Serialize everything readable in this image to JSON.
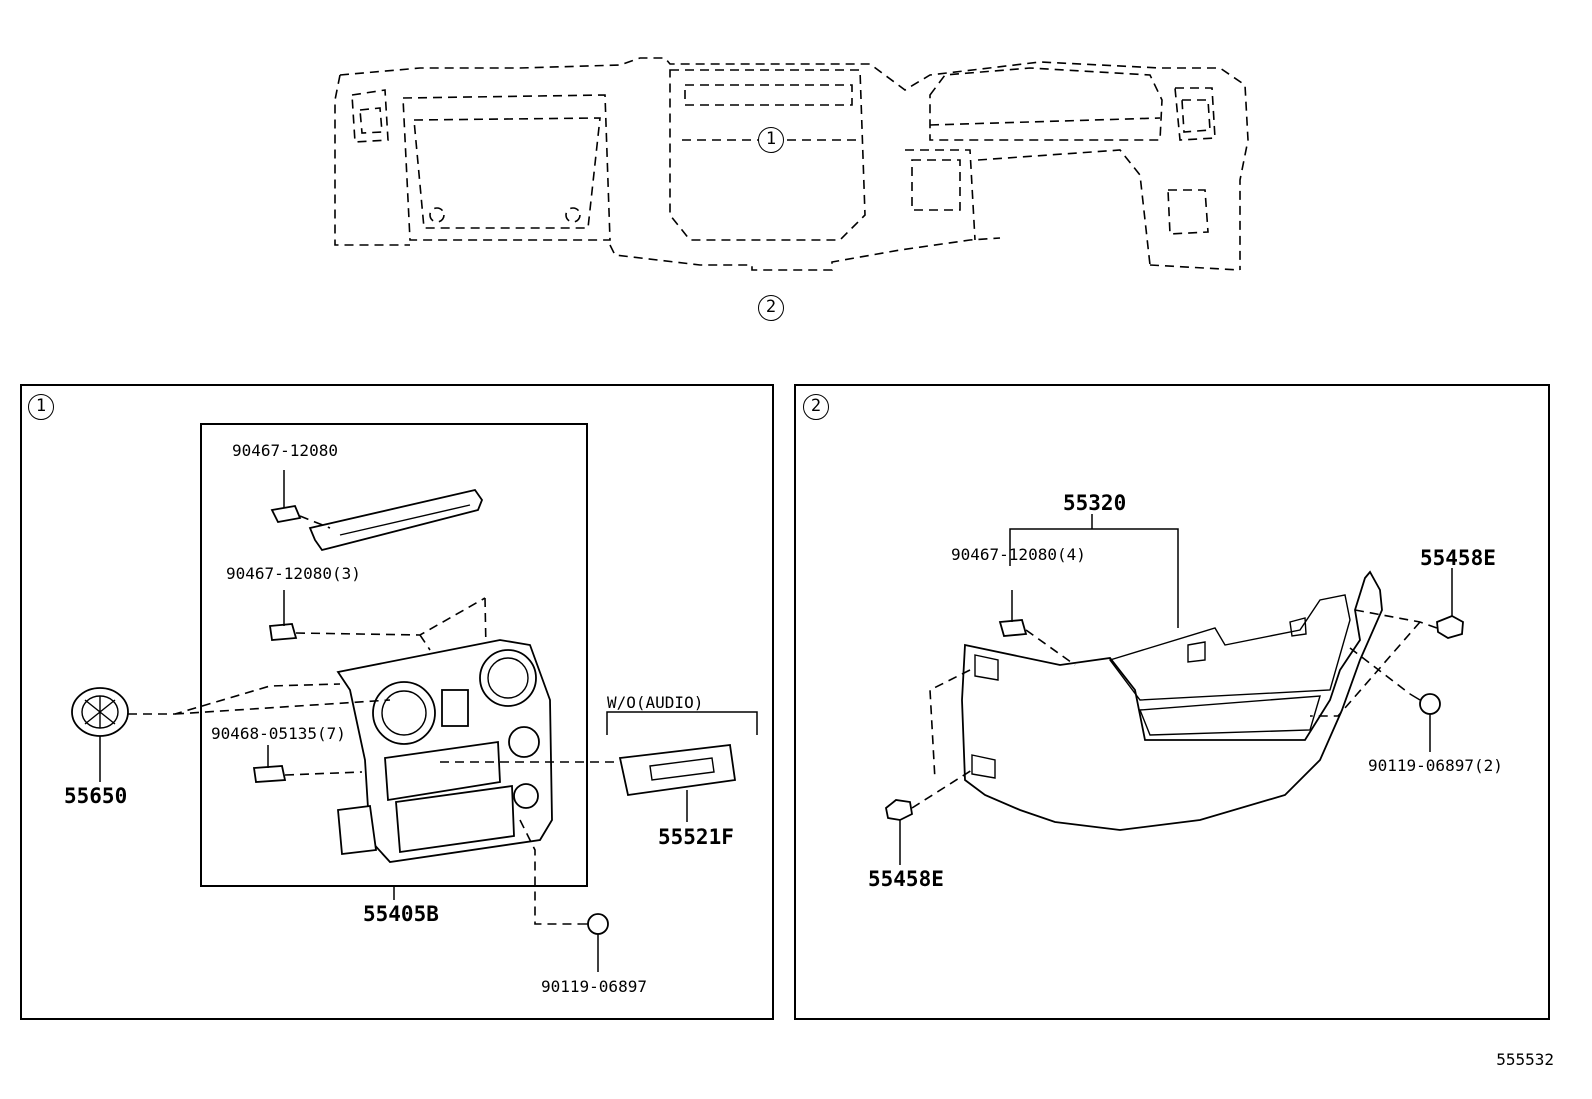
{
  "overview": {
    "ref_upper": "1",
    "ref_lower": "2"
  },
  "panel_1": {
    "ref": "1",
    "labels": {
      "clip_top": "90467-12080",
      "clip_mid": "90467-12080(3)",
      "clip_lower": "90468-05135(7)",
      "vent": "55650",
      "bezel": "55405B",
      "wo_audio": "W/O(AUDIO)",
      "cover": "55521F",
      "screw": "90119-06897"
    }
  },
  "panel_2": {
    "ref": "2",
    "labels": {
      "assembly": "55320",
      "clip": "90467-12080(4)",
      "fastener_top": "55458E",
      "screw": "90119-06897(2)",
      "fastener_bottom": "55458E"
    }
  },
  "catalog_number": "555532"
}
